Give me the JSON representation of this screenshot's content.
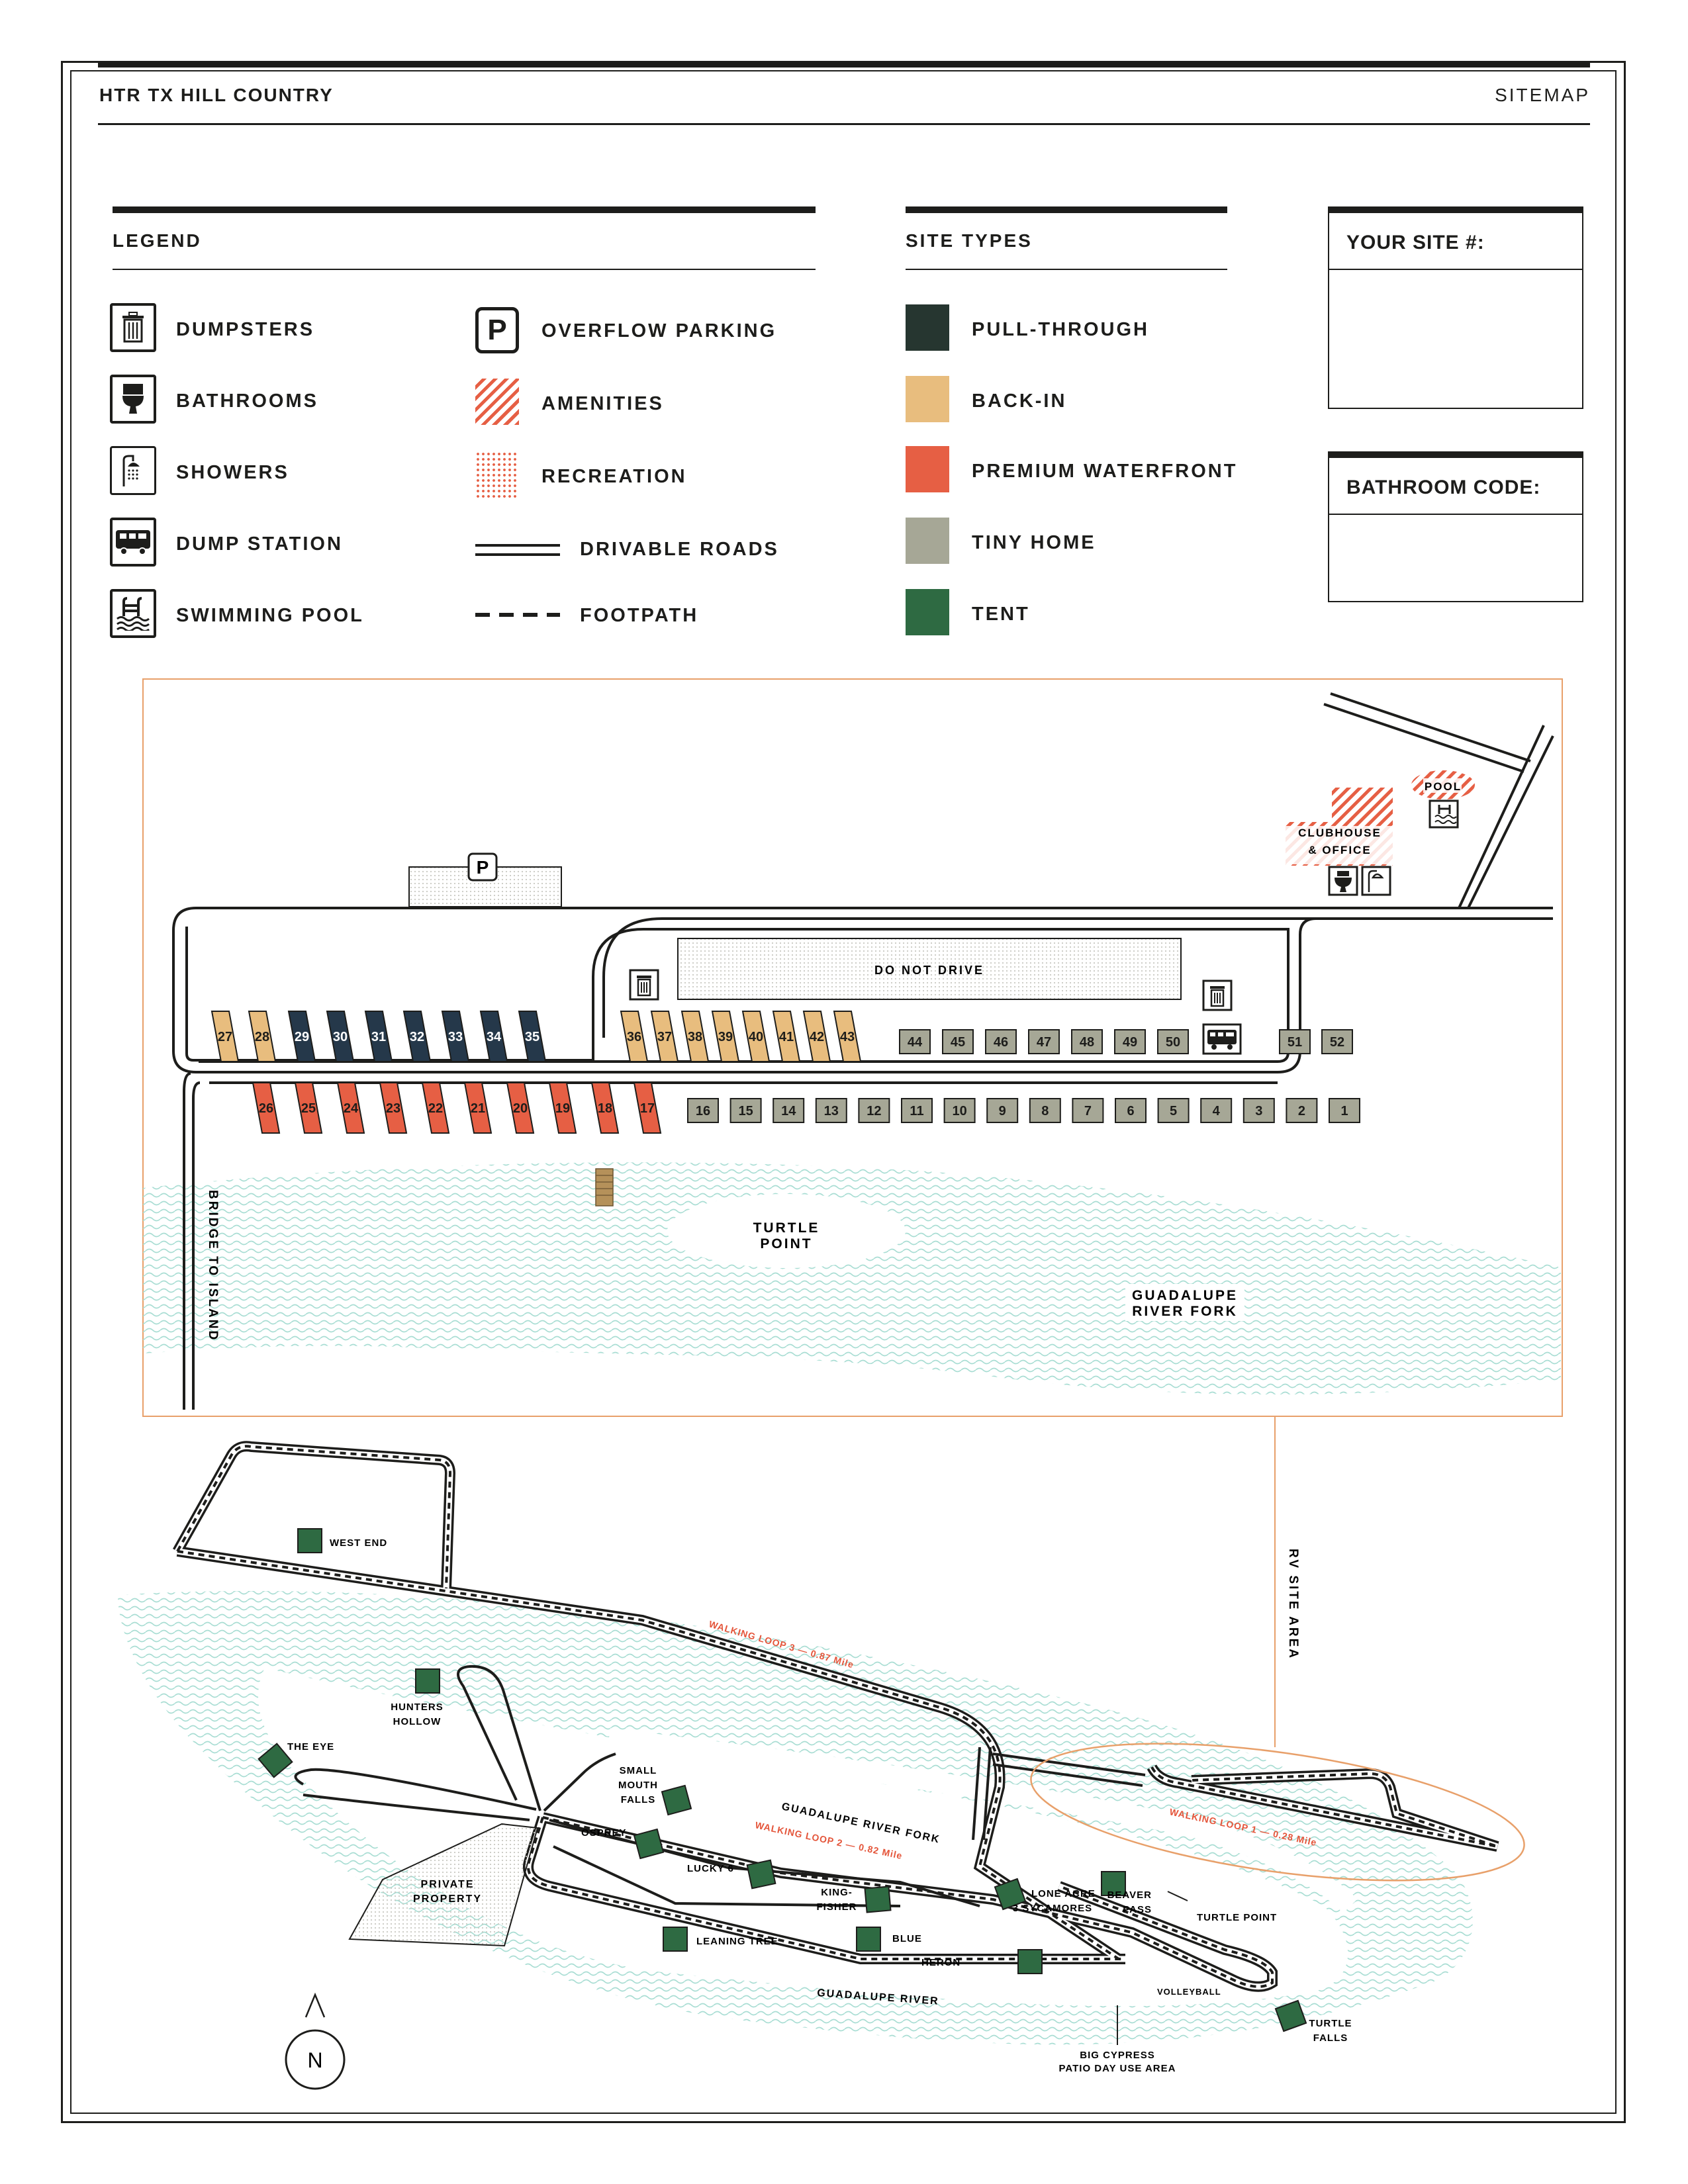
{
  "header": {
    "title": "HTR TX HILL COUNTRY",
    "right_label": "SITEMAP"
  },
  "legend": {
    "title": "LEGEND",
    "items": [
      {
        "label": "DUMPSTERS",
        "icon": "dumpster-icon"
      },
      {
        "label": "BATHROOMS",
        "icon": "toilet-icon"
      },
      {
        "label": "SHOWERS",
        "icon": "shower-icon"
      },
      {
        "label": "DUMP STATION",
        "icon": "rv-dump-station-icon"
      },
      {
        "label": "SWIMMING POOL",
        "icon": "pool-icon"
      },
      {
        "label": "OVERFLOW PARKING",
        "icon": "parking-icon"
      },
      {
        "label": "AMENITIES",
        "icon": "hatch-pattern-icon"
      },
      {
        "label": "RECREATION",
        "icon": "dot-pattern-icon"
      },
      {
        "label": "DRIVABLE ROADS",
        "icon": "double-line-icon"
      },
      {
        "label": "FOOTPATH",
        "icon": "dashed-line-icon"
      }
    ]
  },
  "site_types": {
    "title": "SITE TYPES",
    "items": [
      {
        "label": "PULL-THROUGH",
        "color": "#263630"
      },
      {
        "label": "BACK-IN",
        "color": "#e8bd7e"
      },
      {
        "label": "PREMIUM WATERFRONT",
        "color": "#e65f44"
      },
      {
        "label": "TINY HOME",
        "color": "#a6a796"
      },
      {
        "label": "TENT",
        "color": "#2e6a42"
      }
    ]
  },
  "your_site": {
    "title": "YOUR SITE #:",
    "value": ""
  },
  "bathroom_code": {
    "title": "BATHROOM CODE:",
    "value": ""
  },
  "colors": {
    "ink": "#1d1d1b",
    "pull_through": "#25384a",
    "back_in": "#e8bd7e",
    "waterfront": "#e65f44",
    "tiny_home": "#a6a796",
    "tent": "#2e6a42",
    "water": "#a8ddd3",
    "orange_line": "#e8a06a",
    "walking_loop": "#e4553a"
  },
  "rv_map": {
    "labels": {
      "do_not_drive": "DO NOT DRIVE",
      "clubhouse_1": "CLUBHOUSE",
      "clubhouse_2": "& OFFICE",
      "pool": "POOL",
      "parking": "P",
      "turtle_1": "TURTLE",
      "turtle_2": "POINT",
      "river_1": "GUADALUPE",
      "river_2": "RIVER FORK",
      "bridge": "BRIDGE TO ISLAND"
    },
    "pull_through_sites": [
      "29",
      "30",
      "31",
      "32",
      "33",
      "34",
      "35"
    ],
    "back_in_left": [
      "27",
      "28"
    ],
    "back_in_right": [
      "36",
      "37",
      "38",
      "39",
      "40",
      "41",
      "42",
      "43"
    ],
    "waterfront_sites": [
      "26",
      "25",
      "24",
      "23",
      "22",
      "21",
      "20",
      "19",
      "18",
      "17"
    ],
    "tiny_row_upper": [
      "44",
      "45",
      "46",
      "47",
      "48",
      "49",
      "50"
    ],
    "tiny_row_upper_right": [
      "51",
      "52"
    ],
    "tiny_row_lower": [
      "16",
      "15",
      "14",
      "13",
      "12",
      "11",
      "10",
      "9",
      "8",
      "7",
      "6",
      "5",
      "4",
      "3",
      "2",
      "1"
    ]
  },
  "rv_site_area_label": "RV SITE AREA",
  "tent_map": {
    "tents": [
      "WEST END",
      "HUNTERS",
      "HOLLOW",
      "THE EYE",
      "SMALL",
      "MOUTH",
      "FALLS",
      "OSPREY",
      "LUCKY 6",
      "KING-",
      "FISHER",
      "LONE ACRE",
      "3 SYCAMORES",
      "LEANING TREE",
      "BLUE",
      "HERON",
      "BEAVER",
      "PASS",
      "TURTLE",
      "FALLS"
    ],
    "labels": {
      "walking_loop_3": "WALKING LOOP 3 — 0.87 Mile",
      "walking_loop_2": "WALKING LOOP 2 — 0.82 Mile",
      "walking_loop_1": "WALKING LOOP 1 — 0.28 Mile",
      "river_fork": "GUADALUPE RIVER FORK",
      "river": "GUADALUPE RIVER",
      "private_1": "PRIVATE",
      "private_2": "PROPERTY",
      "turtle_point": "TURTLE POINT",
      "volleyball": "VOLLEYBALL",
      "cypress_1": "BIG CYPRESS",
      "cypress_2": "PATIO DAY USE AREA",
      "north": "N"
    }
  }
}
